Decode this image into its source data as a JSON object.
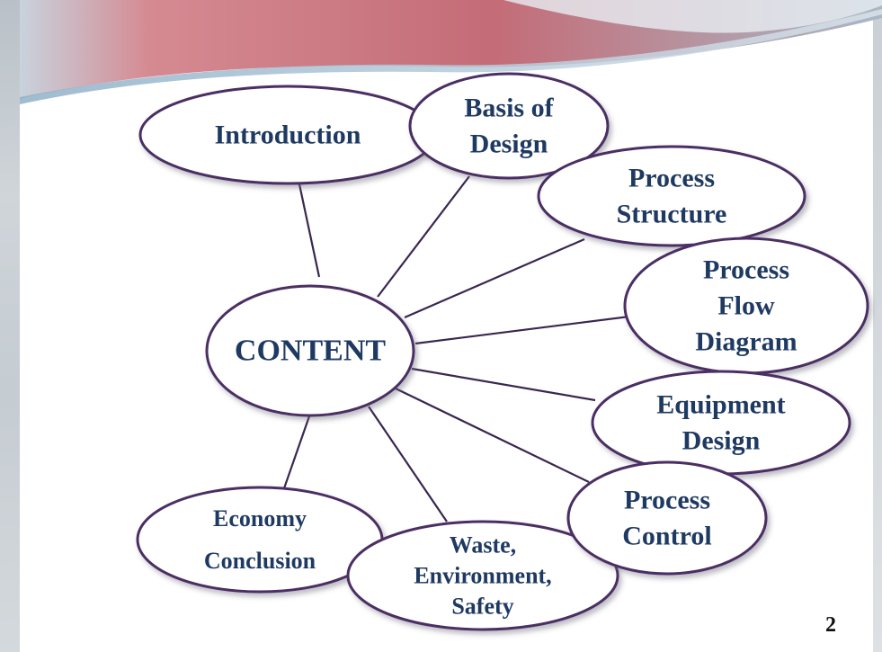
{
  "diagram": {
    "center": {
      "label": "CONTENT"
    },
    "nodes": [
      {
        "id": "introduction",
        "lines": [
          "Introduction"
        ]
      },
      {
        "id": "basis-of-design",
        "lines": [
          "Basis of",
          "Design"
        ]
      },
      {
        "id": "process-structure",
        "lines": [
          "Process",
          "Structure"
        ]
      },
      {
        "id": "process-flow-diagram",
        "lines": [
          "Process",
          "Flow",
          "Diagram"
        ]
      },
      {
        "id": "equipment-design",
        "lines": [
          "Equipment",
          "Design"
        ]
      },
      {
        "id": "process-control",
        "lines": [
          "Process",
          "Control"
        ]
      },
      {
        "id": "waste-environment-safety",
        "lines": [
          "Waste,",
          "Environment,",
          "Safety"
        ]
      },
      {
        "id": "economy-conclusion",
        "lines": [
          "Economy",
          "Conclusion"
        ]
      }
    ]
  },
  "page_number": "2",
  "colors": {
    "ellipse_fill": "#ffffff",
    "ellipse_stroke": "#4b2e63",
    "connector": "#3a2650",
    "text": "#1f3a62",
    "header_band": "#c97a82"
  }
}
